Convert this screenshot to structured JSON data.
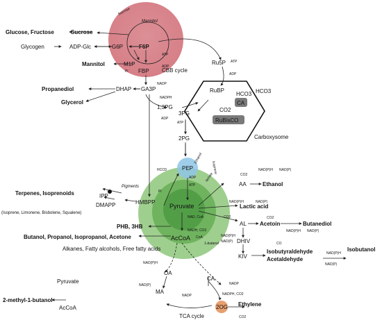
{
  "labels": {
    "sucrose_arc": "Sucrose",
    "mannitol_arc": "Mannitol",
    "glucose_fructose": "Glucose, Fructose",
    "sucrose": "Sucrose",
    "glycogen": "Glycogen",
    "adp_glc": "ADP-Glc",
    "g6p": "G6P",
    "f6p": "F6P",
    "m1p": "M1P",
    "mannitol": "Mannitol",
    "fbp": "FBP",
    "cbb_cycle": "CBB cycle",
    "ru5p": "Ru5P",
    "rubp": "RuBP",
    "hco3_out": "HCO3",
    "hco3_in": "HCO3",
    "co2": "CO2",
    "ca_box": "CA",
    "rubisco": "RuBisCO",
    "carboxysome": "Carboxysome",
    "propanediol": "Propanediol",
    "dhap": "DHAP",
    "ga3p": "GA3P",
    "glycerol": "Glycerol",
    "bpg": "1,3PG",
    "pg3": "3PG",
    "pg2": "2PG",
    "pep": "PEP",
    "pigments": "Pigments",
    "terpenes": "Terpenes, Isoprenoids",
    "terp_list": "(Isoprene, Limonene, Bisbolene, Squalene)",
    "ipp": "IPP",
    "dmapp": "DMAPP",
    "hmbpp": "HMBPP",
    "pyruvate": "Pyruvate",
    "accoa": "AcCoA",
    "phb": "PHB, 3HB",
    "butanol_line": "Butanol, Propanol, Isopropanol, Acetone",
    "alkanes": "Alkanes, Fatty alcohols, Free fatty acids",
    "aa": "AA",
    "ethanol": "Ethanol",
    "lactic": "Lactic acid",
    "al": "AL",
    "acetoin": "Acetoin",
    "butanediol": "Butanediol",
    "dhiv": "DHIV",
    "kiv": "KIV",
    "isobutyraldehyde": "Isobutyraldehyde",
    "acetaldehyde": "Acetaldehyde",
    "isobutanol": "Isobutanol",
    "pyruvate2": "Pyruvate",
    "accoa2": "AcCoA",
    "methylbutanol": "2-methyl-1-butanol",
    "oa": "OA",
    "ma": "MA",
    "ca_tca": "CA",
    "og2": "2OG",
    "ethylene": "Ethylene",
    "tca": "TCA cycle",
    "butanol_path": "1-butanol",
    "lactate_path": "lactate",
    "ethanol_path": "Ethanol",
    "isoprene_tag": "Isoprene"
  },
  "cofactors": {
    "atp": "ATP",
    "adp": "ADP",
    "nadp": "NADP",
    "nadph": "NADPH",
    "nadp_h": "NAD(P)H",
    "nad_p": "NAD(P)",
    "nad_co2": "NAD, CoA",
    "nadh_co2": "NADH, CO2",
    "nadph_co2": "NADPH, CO2",
    "co2": "CO2",
    "coa": "CoA",
    "pi": "Pi",
    "hco3": "HCO3",
    "co": "CO"
  },
  "colors": {
    "cbb_fill": "#c9545f",
    "green_outer": "#7fbf6a",
    "green_mid": "#5faa4d",
    "green_inner": "#3f8f38",
    "pep_fill": "#8ec6e6",
    "og2_fill": "#e8a070",
    "box_fill": "#7a7a7a"
  }
}
